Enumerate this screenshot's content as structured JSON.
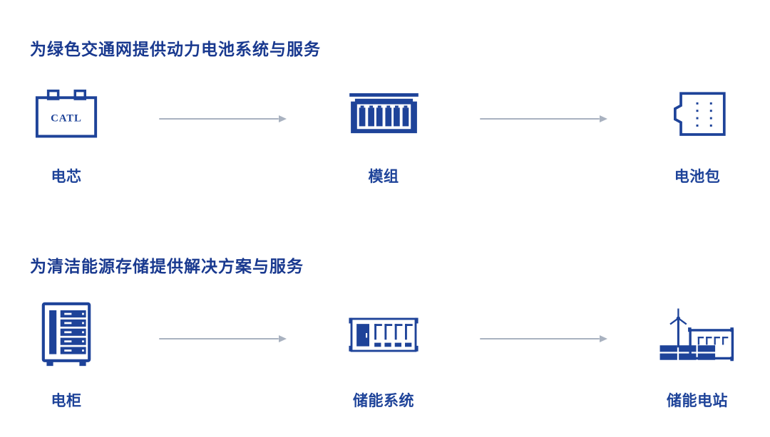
{
  "colors": {
    "brand_blue": "#1e4399",
    "heading_blue": "#19398f",
    "arrow_gray": "#a9b2c0",
    "background": "#ffffff"
  },
  "sections": [
    {
      "title": "为绿色交通网提供动力电池系统与服务",
      "steps": [
        {
          "label": "电芯",
          "icon": "battery-cell-icon",
          "logo_text": "CATL"
        },
        {
          "label": "模组",
          "icon": "battery-module-icon"
        },
        {
          "label": "电池包",
          "icon": "battery-pack-icon"
        }
      ]
    },
    {
      "title": "为清洁能源存储提供解决方案与服务",
      "steps": [
        {
          "label": "电柜",
          "icon": "power-cabinet-icon"
        },
        {
          "label": "储能系统",
          "icon": "energy-storage-system-icon"
        },
        {
          "label": "储能电站",
          "icon": "energy-storage-station-icon"
        }
      ]
    }
  ]
}
